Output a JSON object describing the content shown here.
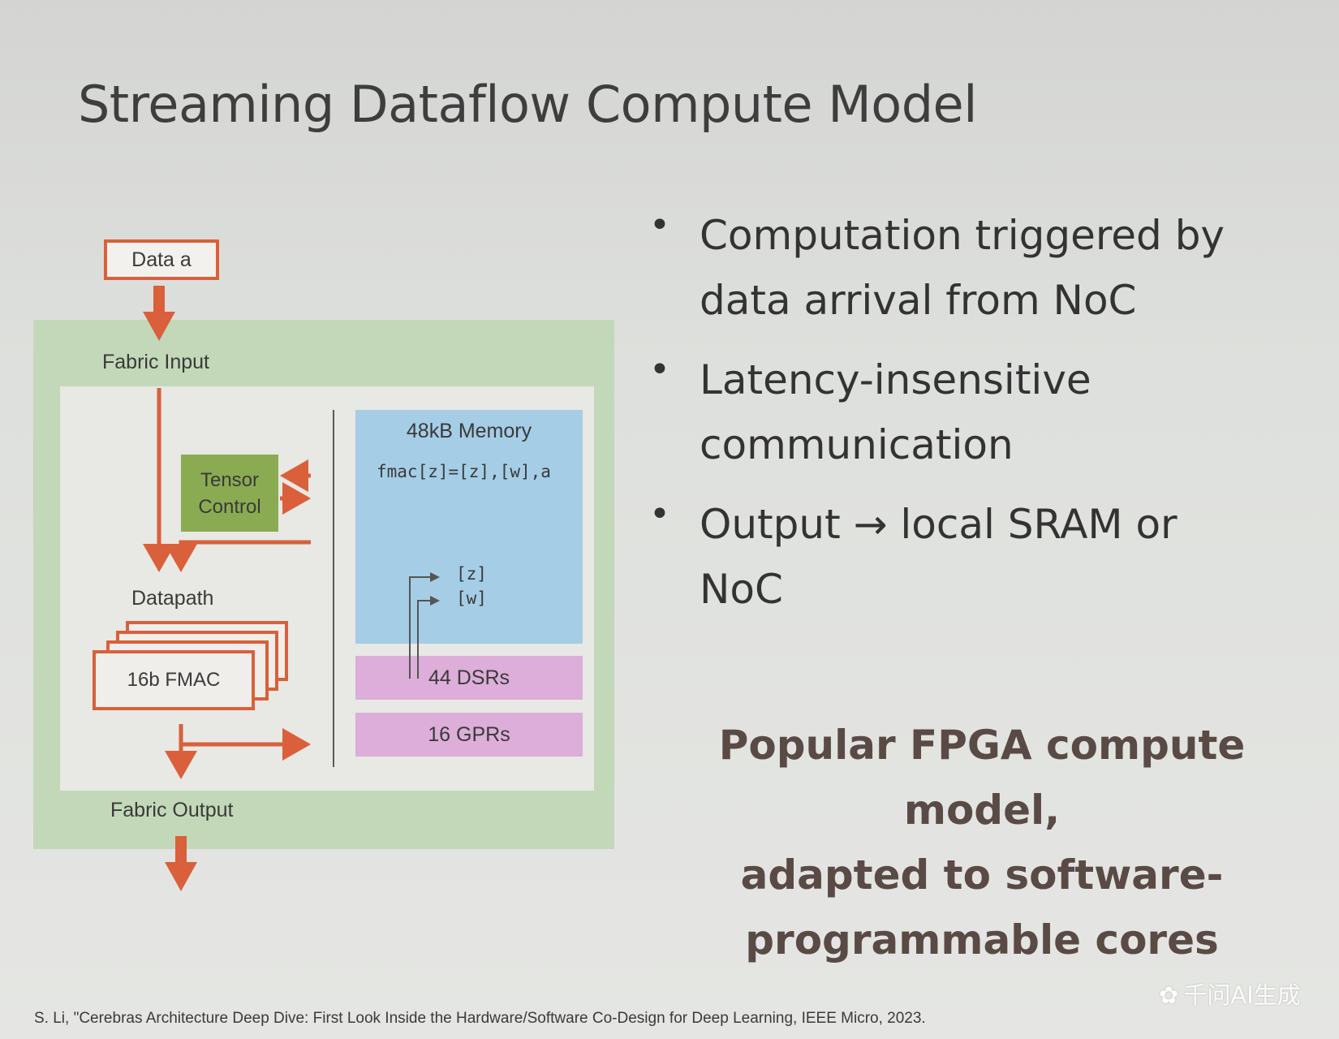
{
  "slide": {
    "title": "Streaming Dataflow Compute Model"
  },
  "diagram": {
    "data_box": "Data a",
    "fabric_input": "Fabric Input",
    "fabric_output": "Fabric Output",
    "tensor_control_line1": "Tensor",
    "tensor_control_line2": "Control",
    "datapath": "Datapath",
    "fmac": "16b FMAC",
    "memory_title": "48kB Memory",
    "memory_code": "fmac[z]=[z],[w],a",
    "reg_z": "[z]",
    "reg_w": "[w]",
    "dsrs": "44 DSRs",
    "gprs": "16 GPRs"
  },
  "bullets": [
    {
      "line1": "Computation triggered by",
      "line2": "data arrival from NoC"
    },
    {
      "line1": "Latency-insensitive",
      "line2": "communication"
    },
    {
      "line1": "Output → local SRAM or",
      "line2": "NoC"
    }
  ],
  "callout": {
    "line1": "Popular FPGA compute model,",
    "line2": "adapted to software-",
    "line3": "programmable cores"
  },
  "citation": "S. Li, \"Cerebras Architecture Deep Dive: First Look Inside the Hardware/Software Co-Design for Deep Learning, IEEE Micro, 2023.",
  "watermark": "千问AI生成",
  "colors": {
    "arrow": "#d9603a",
    "fabric_green": "#c3d8b8",
    "tensor_green": "#8aab52",
    "memory_blue": "#a5cde6",
    "register_pink": "#dcaed9"
  }
}
